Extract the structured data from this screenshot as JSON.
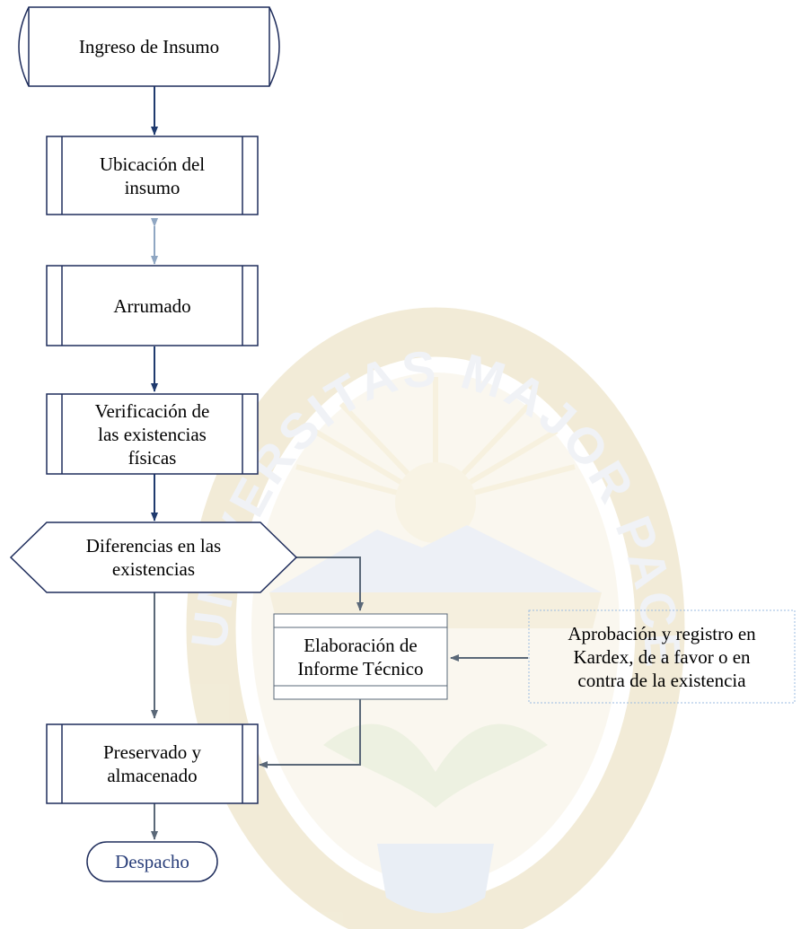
{
  "diagram": {
    "nodes": {
      "ingreso": "Ingreso de Insumo",
      "ubicacion": "Ubicación del\ninsumo",
      "arrumado": "Arrumado",
      "verificacion": "Verificación de\nlas existencias\nfísicas",
      "diferencias": "Diferencias en las\nexistencias",
      "informe": "Elaboración de\nInforme Técnico",
      "aprobacion": "Aprobación y registro en\nKardex, de a favor o en\ncontra de la existencia",
      "preservado": "Preservado y\nalmacenado",
      "despacho": "Despacho"
    },
    "colors": {
      "box_stroke": "#1f2d5c",
      "arrow_dark": "#1f3a6e",
      "arrow_grey": "#5a6878",
      "arrow_light": "#8fa6c2",
      "terminal_text": "#2a3f7a",
      "dotted_border": "#9bbbe0",
      "seal_gold": "#e6d9b4",
      "seal_blue": "#c9d6e8"
    },
    "watermark": {
      "text_arc": "UNIVERSITAS MAJOR PACENSIS DIVI ANDREÆ"
    }
  }
}
